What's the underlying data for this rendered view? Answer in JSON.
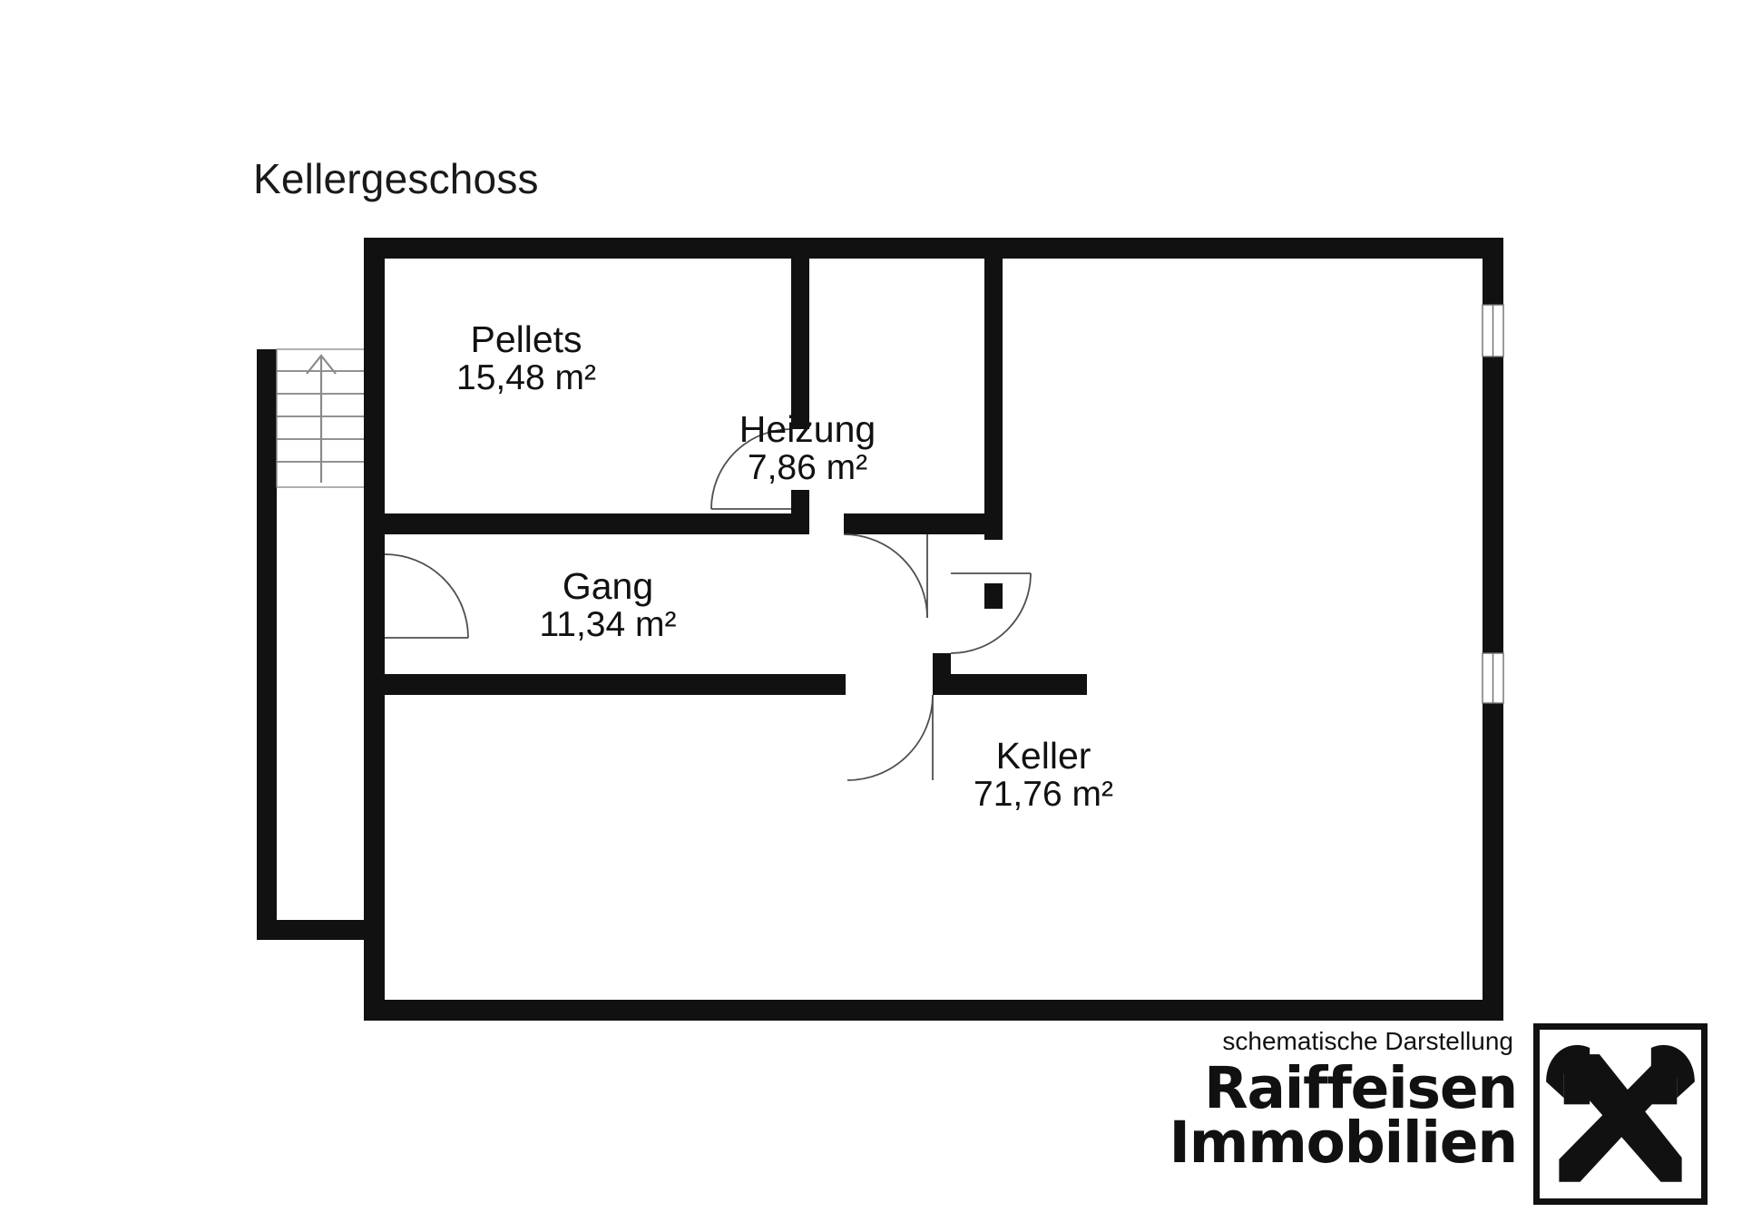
{
  "plan": {
    "title": "Kellergeschoss",
    "note": "schematische Darstellung",
    "rooms": [
      {
        "id": "pellets",
        "name": "Pellets",
        "area": "15,48 m²"
      },
      {
        "id": "heizung",
        "name": "Heizung",
        "area": "7,86 m²"
      },
      {
        "id": "gang",
        "name": "Gang",
        "area": "11,34 m²"
      },
      {
        "id": "keller",
        "name": "Keller",
        "area": "71,76 m²"
      }
    ],
    "features": {
      "staircase": "staircase-up-arrow",
      "windows": 2,
      "doors": 4
    },
    "colors": {
      "wall": "#111111",
      "background": "#ffffff",
      "thin_line": "#5a5a5a",
      "text": "#111111"
    }
  },
  "brand": {
    "line1": "Raiffeisen",
    "line2": "Immobilien",
    "logo_name": "raiffeisen-giebelkreuz-logo"
  }
}
